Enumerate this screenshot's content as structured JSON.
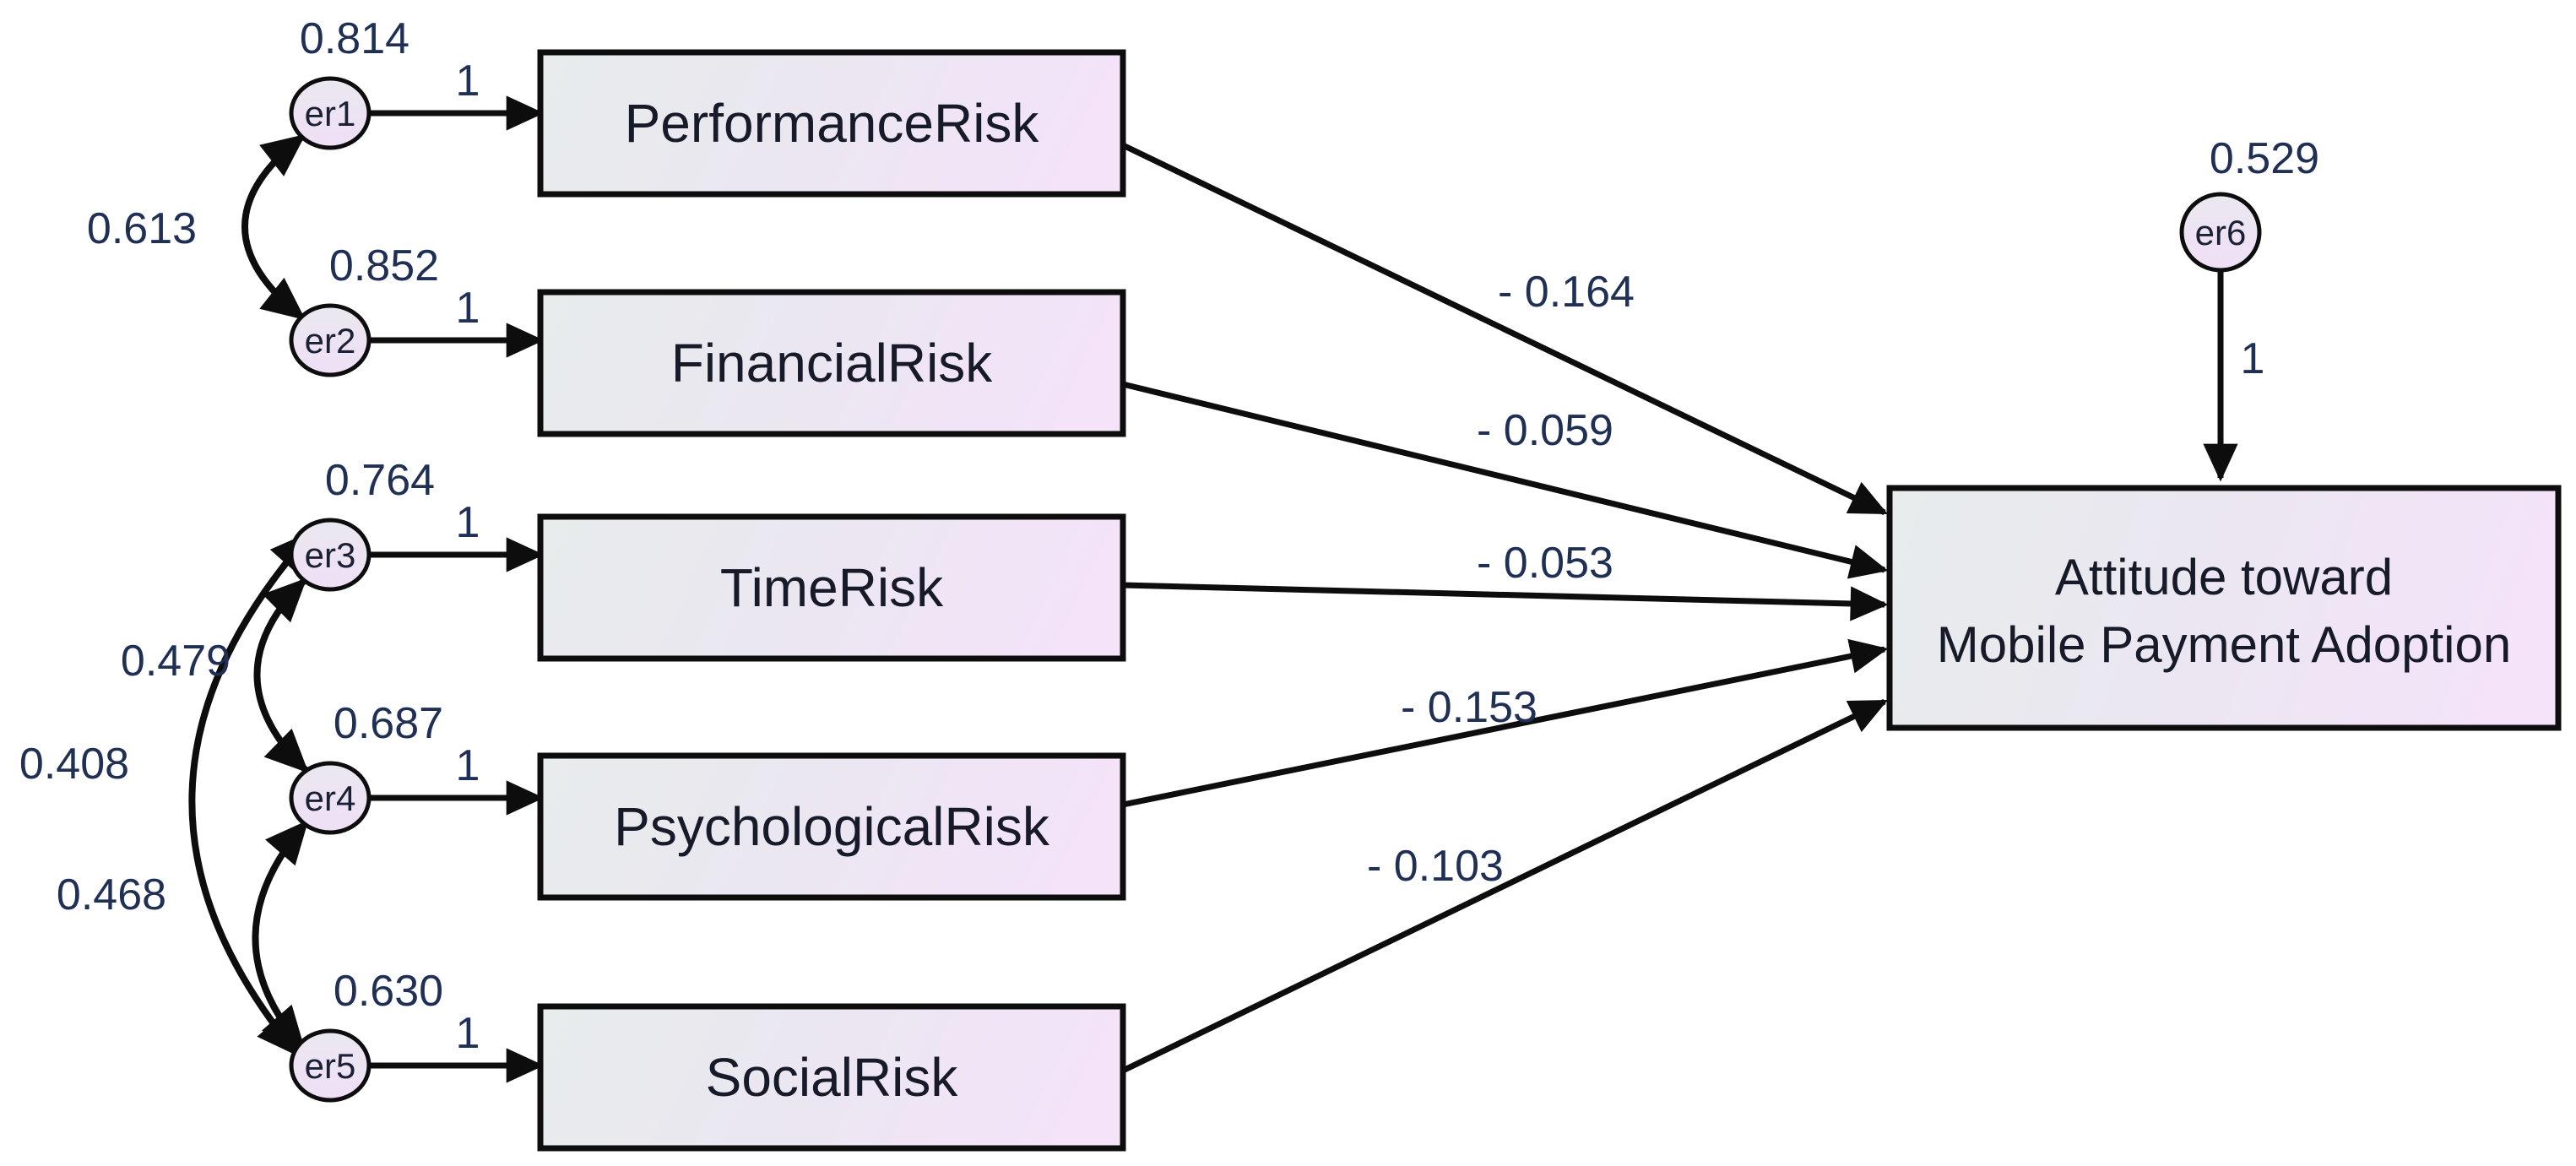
{
  "figure": {
    "type": "sem-path-diagram",
    "colors": {
      "background": "#ffffff",
      "box_gradient_left": "#e8ecec",
      "box_gradient_right": "#f4e3f9",
      "circle_fill_top": "#eae8ef",
      "circle_fill_bottom": "#efdff6",
      "shape_border": "#0d0d0d",
      "value_text": "#203055",
      "label_text": "#171a28"
    },
    "observed_boxes": [
      {
        "id": "performance-risk",
        "label": "PerformanceRisk"
      },
      {
        "id": "financial-risk",
        "label": "FinancialRisk"
      },
      {
        "id": "time-risk",
        "label": "TimeRisk"
      },
      {
        "id": "psychological-risk",
        "label": "PsychologicalRisk"
      },
      {
        "id": "social-risk",
        "label": "SocialRisk"
      }
    ],
    "outcome_box": {
      "id": "attitude",
      "label_line1": "Attitude toward",
      "label_line2": "Mobile Payment Adoption"
    },
    "error_terms": [
      {
        "id": "er1",
        "label": "er1",
        "variance": "0.814",
        "loading": "1",
        "attached_to": "PerformanceRisk"
      },
      {
        "id": "er2",
        "label": "er2",
        "variance": "0.852",
        "loading": "1",
        "attached_to": "FinancialRisk"
      },
      {
        "id": "er3",
        "label": "er3",
        "variance": "0.764",
        "loading": "1",
        "attached_to": "TimeRisk"
      },
      {
        "id": "er4",
        "label": "er4",
        "variance": "0.687",
        "loading": "1",
        "attached_to": "PsychologicalRisk"
      },
      {
        "id": "er5",
        "label": "er5",
        "variance": "0.630",
        "loading": "1",
        "attached_to": "SocialRisk"
      },
      {
        "id": "er6",
        "label": "er6",
        "variance": "0.529",
        "loading": "1",
        "attached_to": "Attitude toward Mobile Payment Adoption"
      }
    ],
    "path_coefficients": [
      {
        "from": "PerformanceRisk",
        "to": "Attitude toward Mobile Payment Adoption",
        "value": "- 0.164"
      },
      {
        "from": "FinancialRisk",
        "to": "Attitude toward Mobile Payment Adoption",
        "value": "- 0.059"
      },
      {
        "from": "TimeRisk",
        "to": "Attitude toward Mobile Payment Adoption",
        "value": "- 0.053"
      },
      {
        "from": "PsychologicalRisk",
        "to": "Attitude toward Mobile Payment Adoption",
        "value": "- 0.153"
      },
      {
        "from": "SocialRisk",
        "to": "Attitude toward Mobile Payment Adoption",
        "value": "- 0.103"
      }
    ],
    "covariances": [
      {
        "between": "er1-er2",
        "value": "0.613"
      },
      {
        "between": "er3-er4",
        "value": "0.479"
      },
      {
        "between": "er3-er5",
        "value": "0.408"
      },
      {
        "between": "er4-er5",
        "value": "0.468"
      }
    ]
  }
}
